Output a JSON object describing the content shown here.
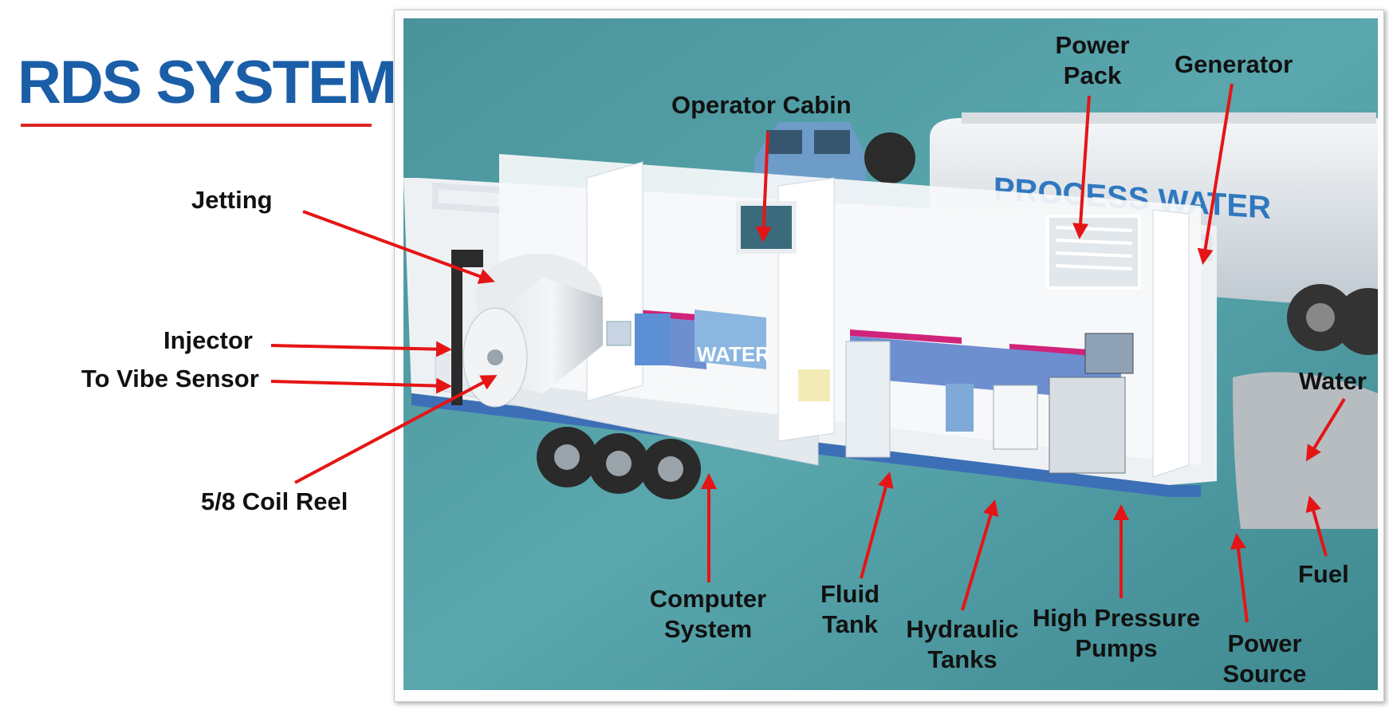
{
  "title": "RDS SYSTEM",
  "colors": {
    "title": "#1b5ea8",
    "rule": "#e02525",
    "arrow": "#e51515",
    "background_teal": "#4f9ba3"
  },
  "scene_texts": {
    "tanker": "PROCESS WATER",
    "tank_front": "WATER"
  },
  "labels": {
    "jetting": "Jetting",
    "injector": "Injector",
    "vibe_sensor": "To Vibe Sensor",
    "coil_reel": "5/8 Coil Reel",
    "operator_cabin": "Operator Cabin",
    "power_pack": [
      "Power",
      "Pack"
    ],
    "generator": "Generator",
    "water": "Water",
    "fuel": "Fuel",
    "computer_system": [
      "Computer",
      "System"
    ],
    "fluid_tank": [
      "Fluid",
      "Tank"
    ],
    "hydraulic_tanks": [
      "Hydraulic",
      "Tanks"
    ],
    "high_pressure_pumps": [
      "High Pressure",
      "Pumps"
    ],
    "power_source": [
      "Power",
      "Source"
    ]
  }
}
